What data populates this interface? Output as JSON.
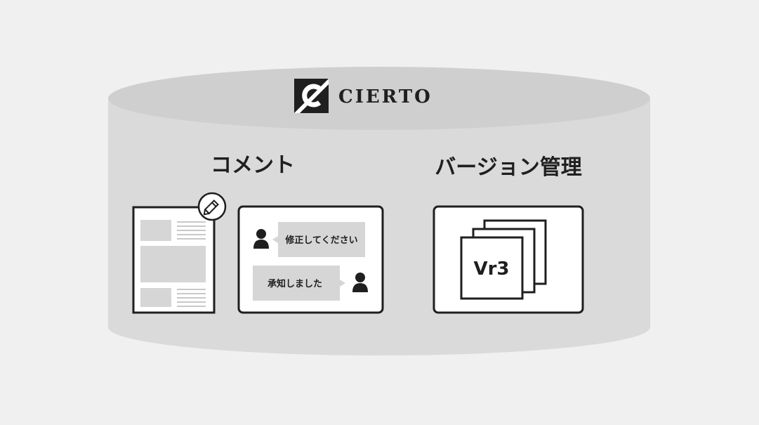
{
  "brand": {
    "name": "CIERTO",
    "logo_icon": "cierto-logo-icon"
  },
  "sections": {
    "comment": {
      "title": "コメント",
      "bubble_top": "修正してください",
      "bubble_bottom": "承知しました"
    },
    "version": {
      "title": "バージョン管理",
      "version_label": "Vr3"
    }
  },
  "colors": {
    "background": "#f0f0f0",
    "cylinder": "#dadada",
    "cylinder_top": "#cfcfcf",
    "ink": "#1f1f1f",
    "placeholder": "#d6d6d6",
    "card": "#ffffff"
  }
}
